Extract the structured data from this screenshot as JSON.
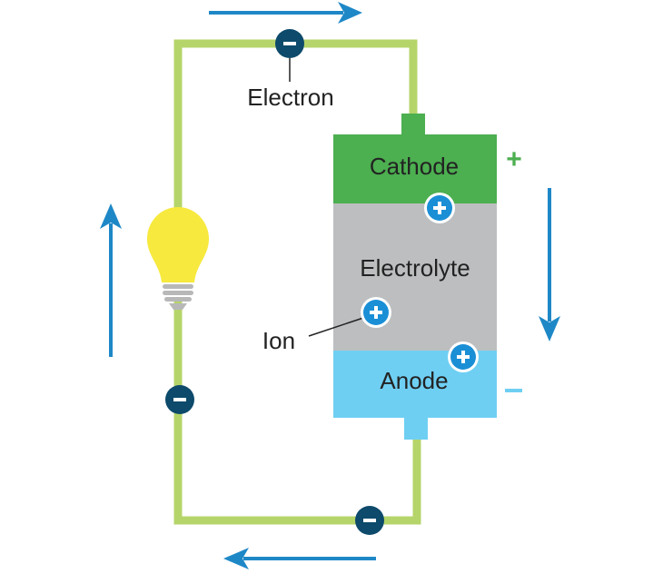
{
  "labels": {
    "electron": "Electron",
    "cathode": "Cathode",
    "electrolyte": "Electrolyte",
    "anode": "Anode",
    "ion": "Ion"
  },
  "terminals": {
    "positive": "+",
    "negative": "–"
  },
  "colors": {
    "wire": "#B5D56A",
    "arrow": "#1E88C7",
    "cathode": "#4CAF50",
    "electrolyte": "#BCBEC0",
    "anode": "#6FCFF3",
    "ion_fill": "#1A8FD6",
    "electron_fill": "#0D4A6B",
    "bulb": "#F7E93E",
    "bulb_base": "#B8B8B8"
  },
  "icons": {
    "electron": "minus-circle-icon",
    "ion": "plus-circle-icon",
    "bulb": "light-bulb-icon",
    "flow": "arrow-icon"
  }
}
